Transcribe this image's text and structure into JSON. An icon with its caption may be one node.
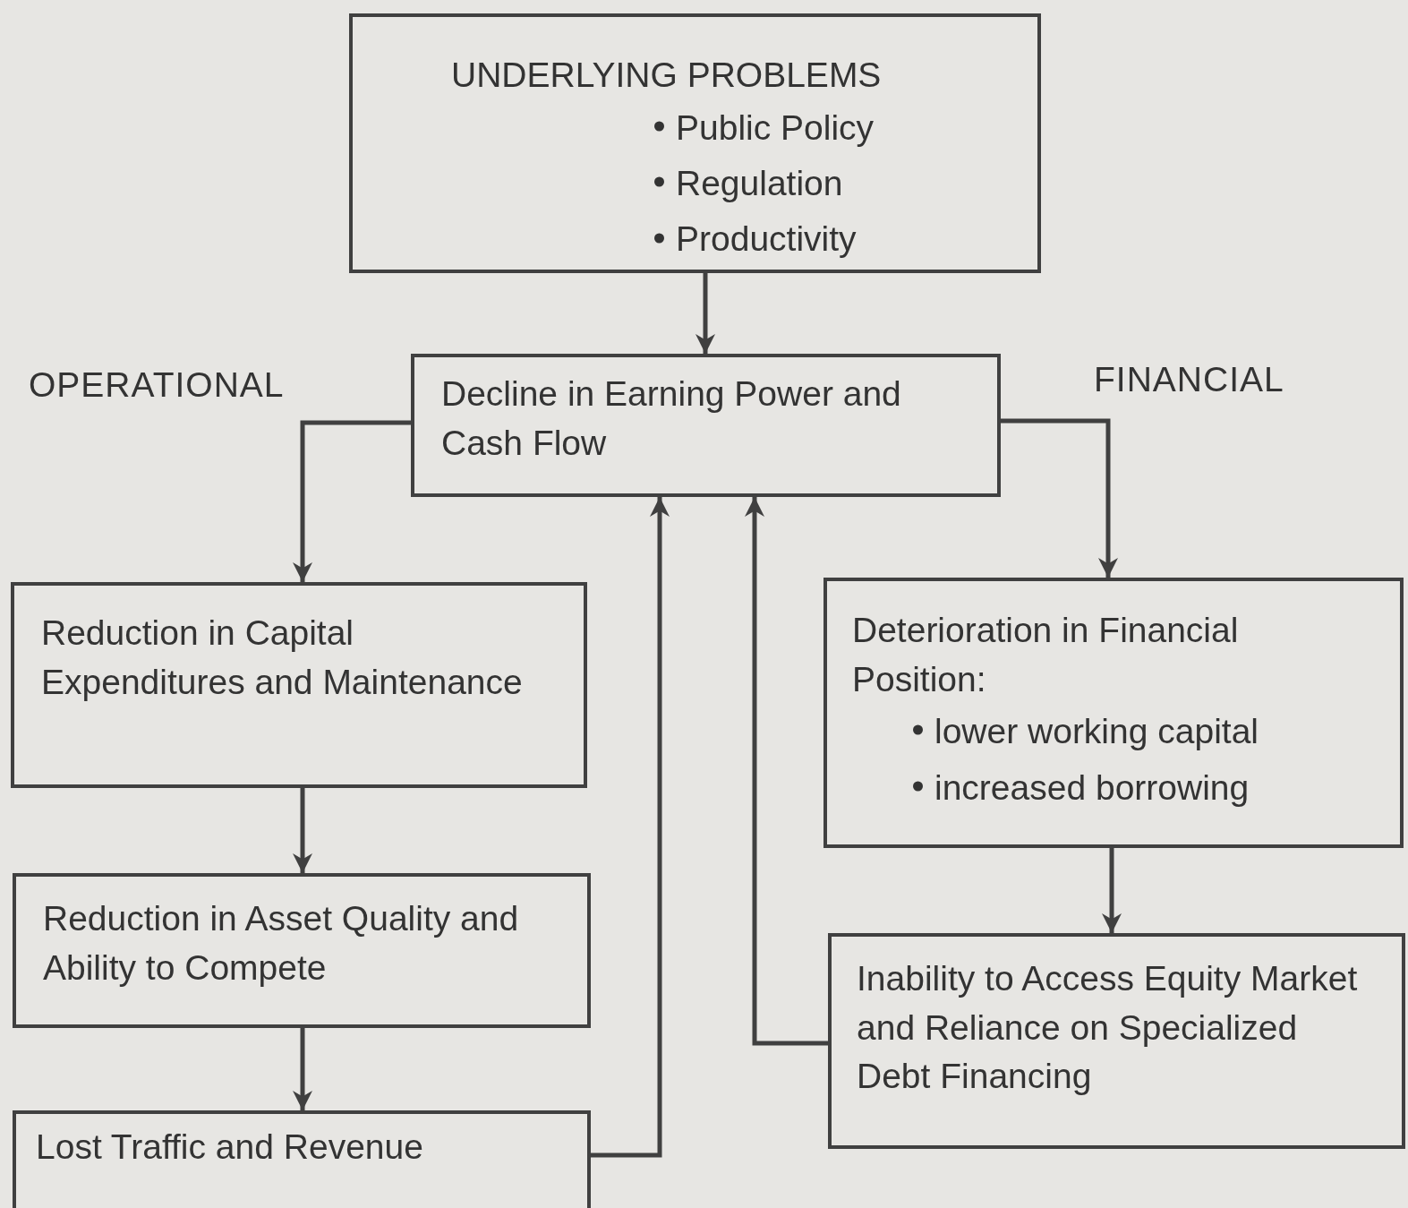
{
  "diagram": {
    "nodes": [
      {
        "text": [
          "UNDERLYING PROBLEMS",
          "Public Policy",
          "Regulation",
          "Productivity"
        ]
      },
      {
        "text": [
          "Decline in Earning Power and Cash Flow"
        ]
      },
      {
        "text": [
          "Reduction in Capital Expenditures and Maintenance"
        ]
      },
      {
        "text": [
          "Reduction in Asset Quality and Ability to Compete"
        ]
      },
      {
        "text": [
          "Lost Traffic and Revenue"
        ]
      },
      {
        "text": [
          "Deterioration in Financial Position:",
          "lower working capital",
          "increased borrowing"
        ]
      },
      {
        "text": [
          "Inability to Access Equity Market and Reliance on Specialized Debt Financing"
        ]
      }
    ],
    "edges": [
      {
        "from": 0,
        "to": 1,
        "arrow": "to"
      },
      {
        "from": 1,
        "to": 2,
        "arrow": "to"
      },
      {
        "from": 2,
        "to": 3,
        "arrow": "to"
      },
      {
        "from": 3,
        "to": 4,
        "arrow": "to"
      },
      {
        "from": 4,
        "to": 1,
        "arrow": "to"
      },
      {
        "from": 1,
        "to": 5,
        "arrow": "to"
      },
      {
        "from": 5,
        "to": 6,
        "arrow": "to"
      },
      {
        "from": 6,
        "to": 1,
        "arrow": "to"
      }
    ],
    "labels": [
      "OPERATIONAL",
      "FINANCIAL"
    ]
  }
}
